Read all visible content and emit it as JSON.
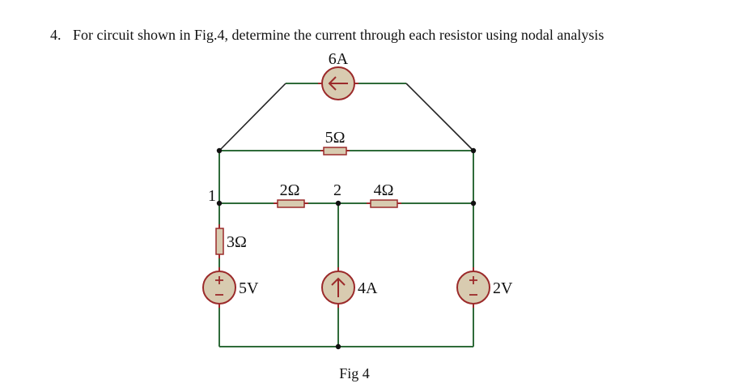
{
  "question": {
    "number": "4.",
    "text": "For circuit shown in Fig.4, determine the current through each resistor using nodal analysis"
  },
  "figure": {
    "caption": "Fig 4",
    "colors": {
      "wire": "#2f6b3a",
      "diagonal_wire": "#222222",
      "component_fill": "#d8cbb0",
      "component_stroke": "#9b2a2a",
      "node_dot": "#111111"
    },
    "nodes": {
      "node1_label": "1",
      "node2_label": "2"
    },
    "components": {
      "current_source_top": {
        "label": "6A",
        "direction": "left"
      },
      "resistor_top": {
        "label": "5Ω"
      },
      "resistor_left_mid": {
        "label": "2Ω"
      },
      "resistor_right_mid": {
        "label": "4Ω"
      },
      "resistor_left_vertical": {
        "label": "3Ω"
      },
      "voltage_source_left": {
        "label": "5V",
        "plus": "+",
        "minus": "−"
      },
      "current_source_mid": {
        "label": "4A",
        "direction": "up"
      },
      "voltage_source_right": {
        "label": "2V",
        "plus": "+",
        "minus": "−"
      }
    }
  }
}
